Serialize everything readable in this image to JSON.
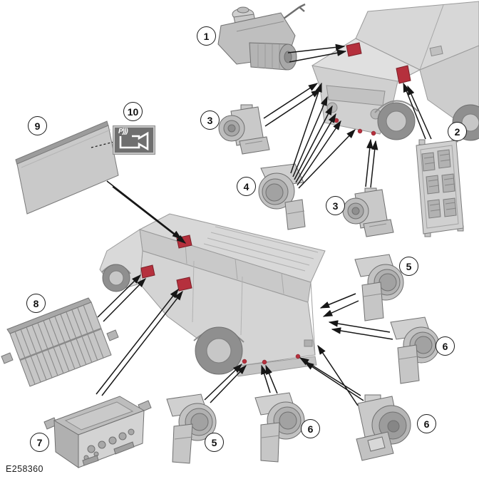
{
  "figure": {
    "id_label": "E258360"
  },
  "colors": {
    "background": "#ffffff",
    "leader_line": "#161616",
    "callout_border": "#1a1a1a",
    "marker_red": "#b5303d",
    "marker_red_outline": "#7c2028",
    "vehicle_gray": "#d6d6d6",
    "component_gray": "#c6c6c6",
    "icon_background": "#6f6f6f"
  },
  "callouts": [
    {
      "label": "1"
    },
    {
      "label": "2"
    },
    {
      "label": "3"
    },
    {
      "label": "4"
    },
    {
      "label": "3"
    },
    {
      "label": "5"
    },
    {
      "label": "6"
    },
    {
      "label": "5"
    },
    {
      "label": "6"
    },
    {
      "label": "6"
    },
    {
      "label": "7"
    },
    {
      "label": "8"
    },
    {
      "label": "9"
    },
    {
      "label": "10"
    }
  ],
  "icons": {
    "camera_button": {
      "name": "parking-camera-icon",
      "text": "P)))"
    }
  }
}
